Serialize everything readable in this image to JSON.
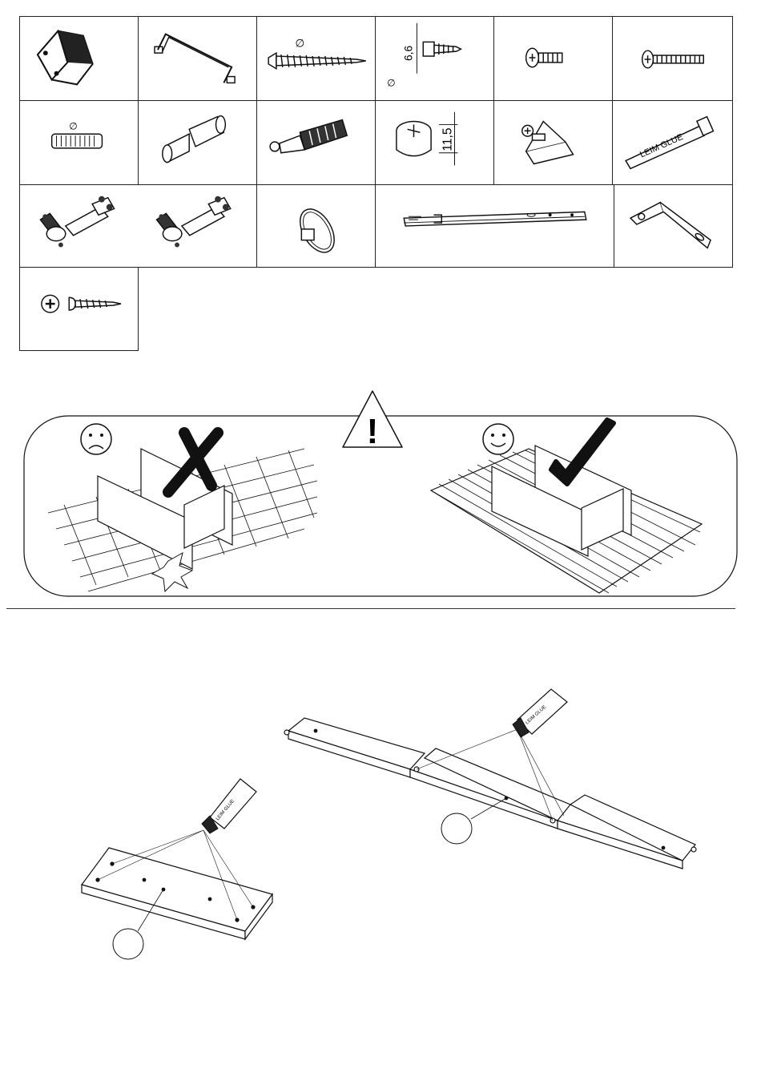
{
  "parts": {
    "screw_diameter_symbol": "∅",
    "euro_screw_diameter_symbol": "∅",
    "euro_screw_length": "6,6",
    "dowel_diameter_symbol": "∅",
    "cam_lock_height": "11,5",
    "glue_label": "LEIM GLUE",
    "glue_tube_label": "LEIM GLUE"
  },
  "warning": {
    "bad_face": "☹",
    "good_face": "☺",
    "alert_mark": "!"
  },
  "colors": {
    "line": "#111111",
    "paper": "#ffffff"
  }
}
